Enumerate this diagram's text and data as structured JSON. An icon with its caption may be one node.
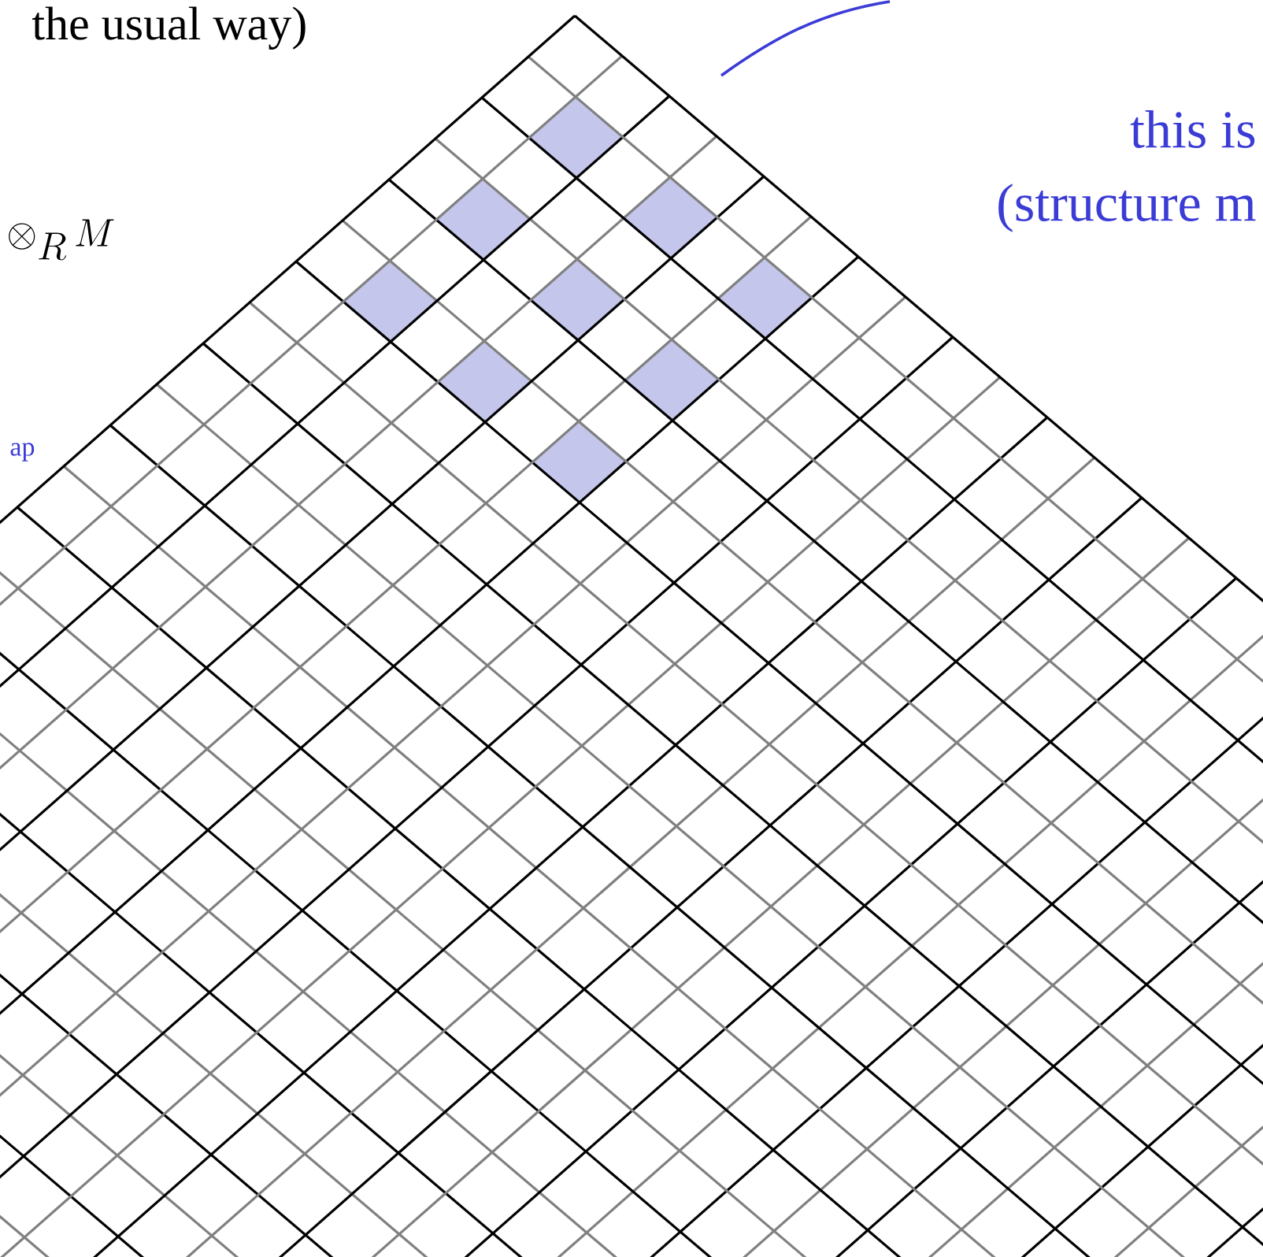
{
  "diagram": {
    "labels": [
      "the usual way)",
      "\\otimes_{R}\\, M",
      "ap",
      "this is",
      "(structure m"
    ]
  }
}
